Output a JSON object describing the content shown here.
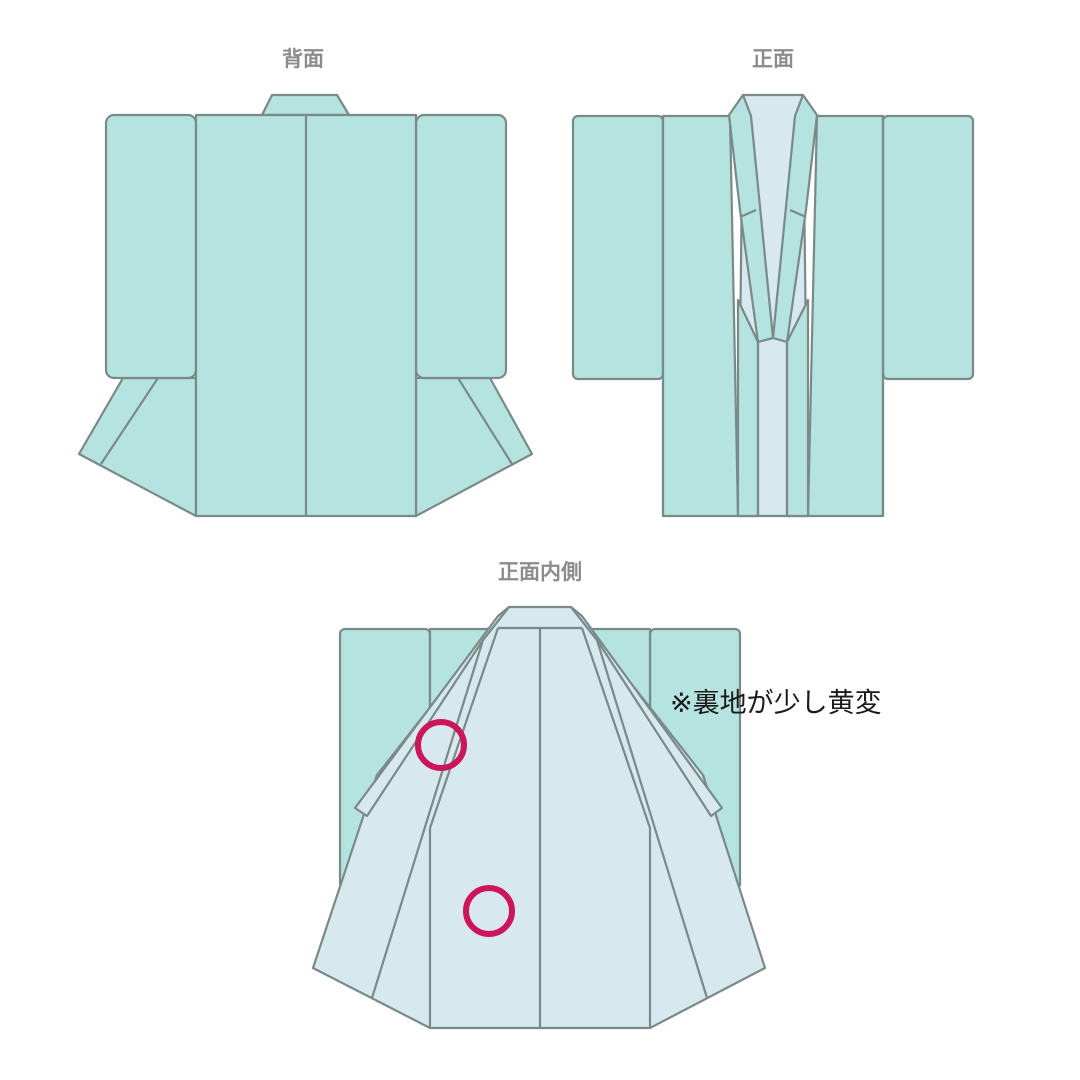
{
  "views": {
    "back": {
      "title": "背面"
    },
    "front": {
      "title": "正面"
    },
    "inside": {
      "title": "正面内側"
    }
  },
  "note": "※裏地が少し黄変",
  "marks": {
    "count": 2,
    "meaning": "stain-marker"
  },
  "colors": {
    "outer_fabric": "#b5e3e0",
    "lining": "#d7e9ee",
    "outline": "#7a8a88",
    "title_text": "#8c8c8c",
    "note_text": "#1a1a1a",
    "marker": "#cc1659"
  }
}
